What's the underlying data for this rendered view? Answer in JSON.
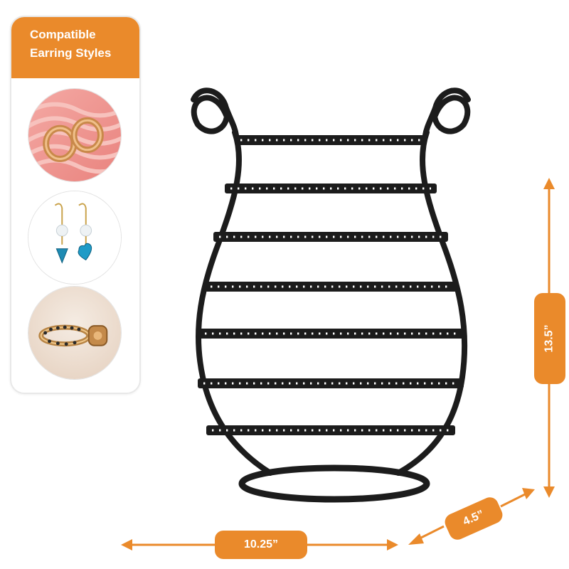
{
  "panel": {
    "title_line1": "Compatible",
    "title_line2": "Earring Styles",
    "items": [
      {
        "icon": "hoop-earrings-icon"
      },
      {
        "icon": "dangle-heart-earrings-icon"
      },
      {
        "icon": "ear-cuff-icon"
      }
    ]
  },
  "dimensions": {
    "height": "13.5”",
    "width": "10.25”",
    "depth": "4.5”"
  },
  "colors": {
    "accent": "#ea8a2b",
    "stand": "#1c1c1c",
    "panel_border": "#e8e8e8"
  }
}
